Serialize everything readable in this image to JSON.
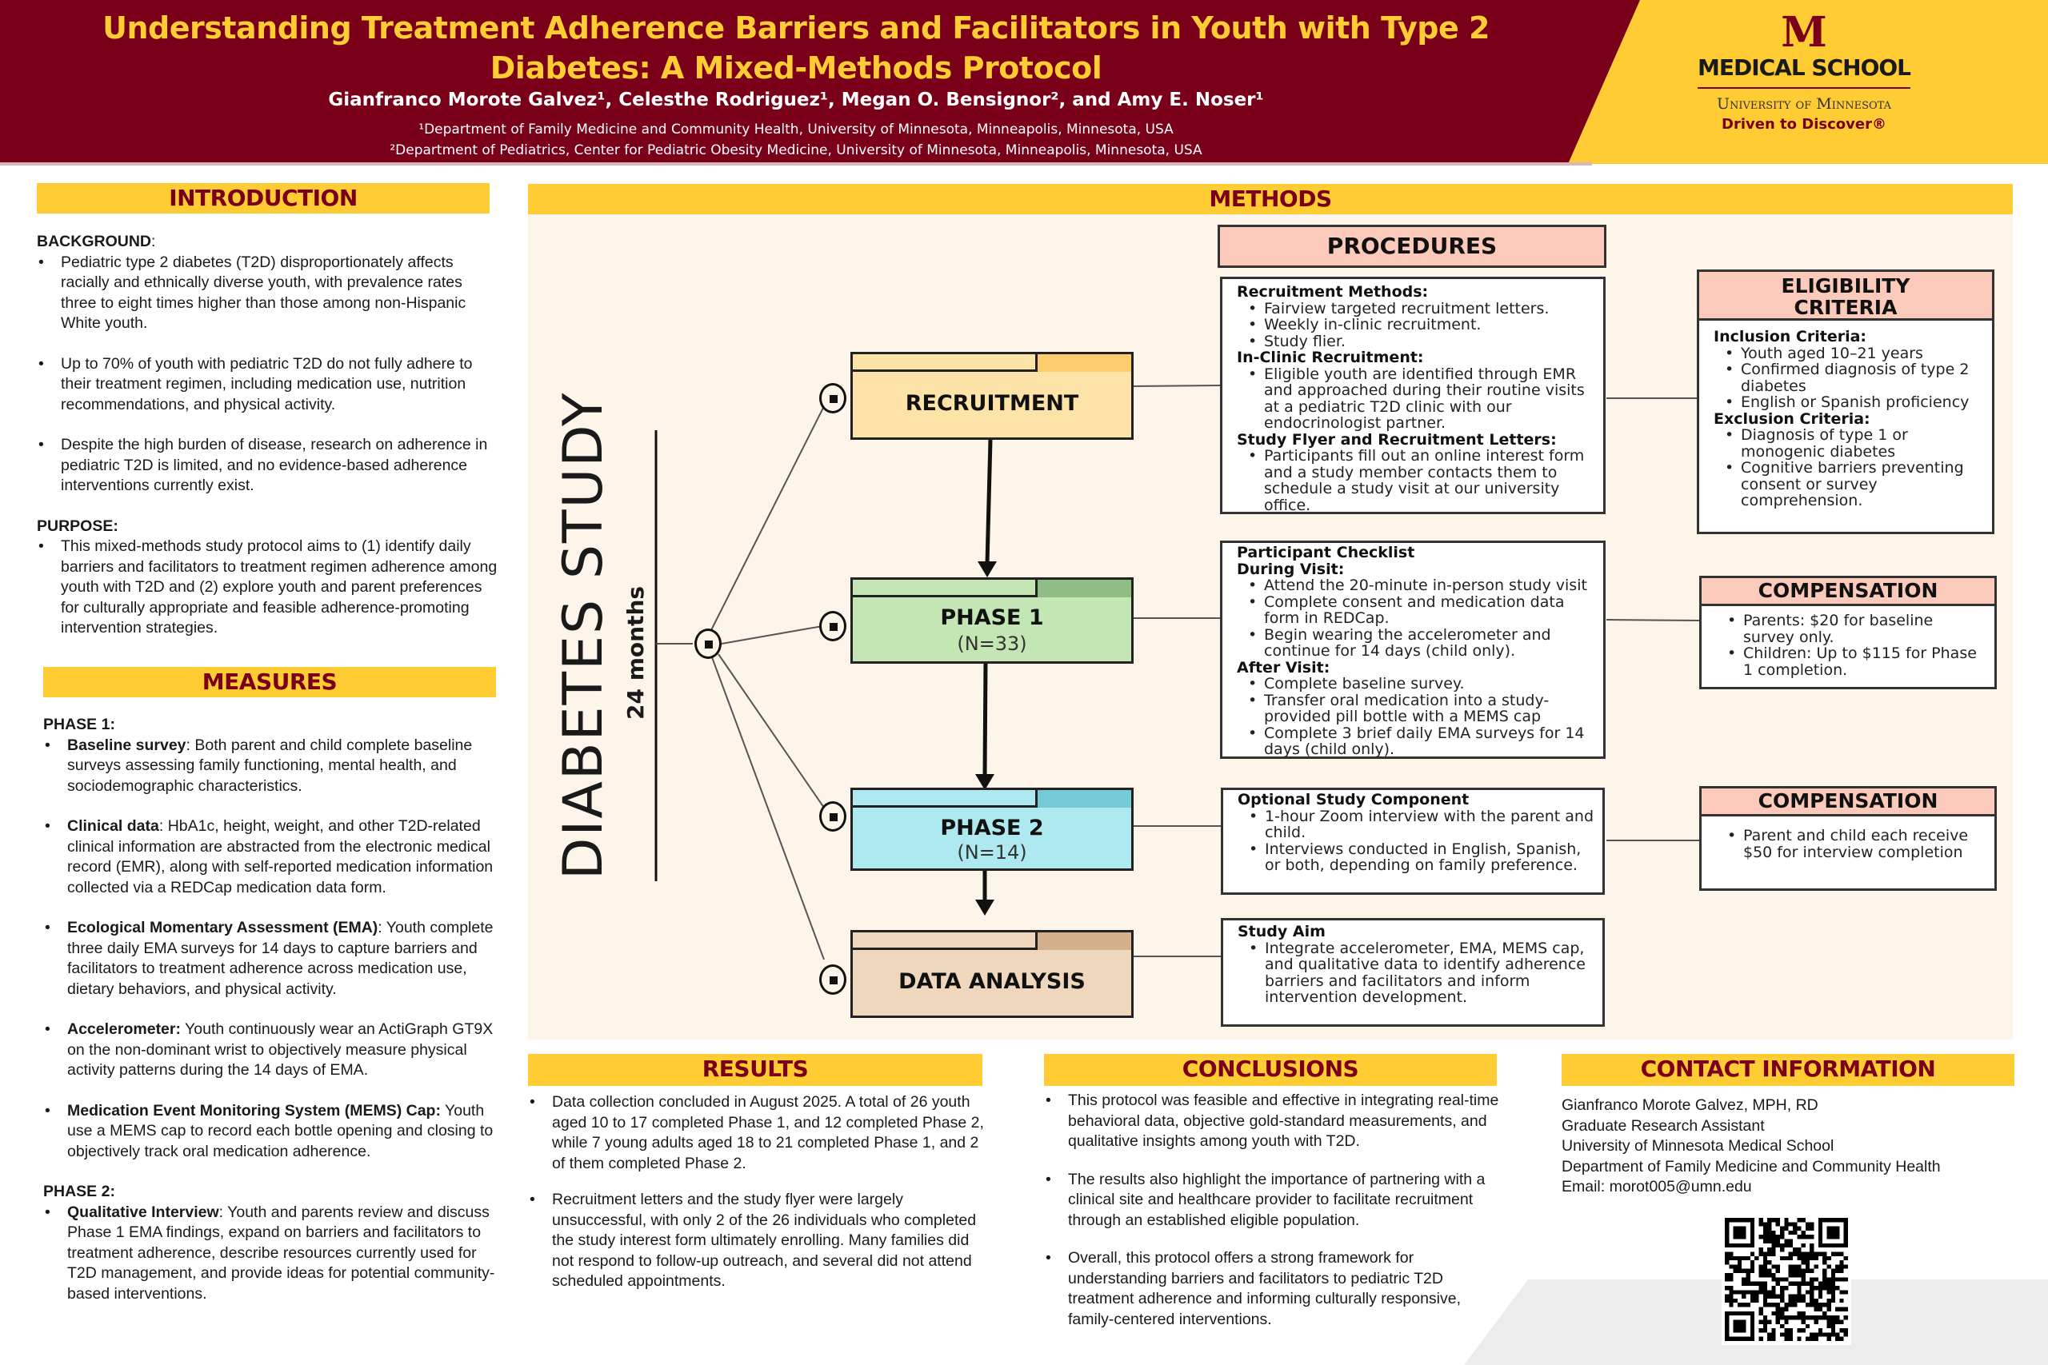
{
  "header": {
    "title_line1": "Understanding Treatment Adherence Barriers and Facilitators in Youth with Type 2",
    "title_line2": "Diabetes: A Mixed-Methods Protocol",
    "authors": "Gianfranco Morote Galvez¹, Celesthe Rodriguez¹, Megan O. Bensignor², and Amy E. Noser¹",
    "affiliation1": "¹Department of Family Medicine and Community Health, University of Minnesota, Minneapolis, Minnesota, USA",
    "affiliation2": "²Department of Pediatrics, Center for Pediatric Obesity Medicine, University of Minnesota, Minneapolis, Minnesota, USA",
    "logo": {
      "mark": "M",
      "school": "MEDICAL SCHOOL",
      "university": "University of Minnesota",
      "tagline": "Driven to Discover®"
    }
  },
  "colors": {
    "maroon": "#7a0019",
    "gold": "#ffcc33",
    "methods_bg": "#fdf4ea",
    "pink_header": "#fccabb",
    "recruitment": "#fde3a7",
    "phase1": "#c4e6b4",
    "phase2": "#aee9f0",
    "analysis": "#efd7bd"
  },
  "introduction": {
    "heading": "INTRODUCTION",
    "background_label": "BACKGROUND",
    "background_items": [
      "Pediatric type 2 diabetes (T2D) disproportionately affects racially and ethnically diverse youth, with prevalence rates three to eight times higher than those among non-Hispanic White youth.",
      "Up to 70% of youth with pediatric T2D do not fully adhere to their treatment regimen, including medication use, nutrition recommendations, and physical activity.",
      "Despite the high burden of disease, research on adherence in pediatric T2D is limited, and no evidence-based adherence interventions currently exist."
    ],
    "purpose_label": "PURPOSE:",
    "purpose_items": [
      "This mixed-methods study protocol aims to (1) identify daily barriers and facilitators to treatment regimen adherence among youth with T2D and (2) explore youth and parent preferences for culturally appropriate and feasible adherence-promoting intervention strategies."
    ]
  },
  "measures": {
    "heading": "MEASURES",
    "phase1_label": "PHASE 1:",
    "phase1_items": [
      {
        "term": "Baseline survey",
        "sep": ": ",
        "text": "Both parent and child complete baseline surveys assessing family functioning, mental health, and sociodemographic characteristics."
      },
      {
        "term": "Clinical data",
        "sep": ": ",
        "text": "HbA1c, height, weight, and other T2D-related clinical information are abstracted from the electronic medical record (EMR), along with self-reported medication information collected via a REDCap medication data form."
      },
      {
        "term": "Ecological Momentary Assessment (EMA)",
        "sep": ": ",
        "text": "Youth complete three daily EMA surveys for 14 days to capture barriers and facilitators to treatment adherence across medication use, dietary behaviors, and physical activity."
      },
      {
        "term": "Accelerometer:",
        "sep": " ",
        "text": "Youth continuously wear an ActiGraph GT9X on the non-dominant wrist to objectively measure physical activity patterns during the 14 days of EMA."
      },
      {
        "term": "Medication Event Monitoring System (MEMS) Cap:",
        "sep": " ",
        "text": "Youth use a MEMS cap to record each bottle opening and closing to objectively track oral medication adherence."
      }
    ],
    "phase2_label": "PHASE 2:",
    "phase2_items": [
      {
        "term": "Qualitative Interview",
        "sep": ": ",
        "text": "Youth and parents review and discuss Phase 1 EMA findings, expand on barriers and facilitators to treatment adherence, describe resources currently used for T2D management, and provide ideas for potential community-based interventions."
      }
    ]
  },
  "methods": {
    "heading": "METHODS",
    "study_title": "DIABETES STUDY",
    "study_duration": "24 months",
    "procedures_heading": "PROCEDURES",
    "nodes": [
      {
        "label": "RECRUITMENT",
        "n": ""
      },
      {
        "label": "PHASE 1",
        "n": "(N=33)"
      },
      {
        "label": "PHASE 2",
        "n": "(N=14)"
      },
      {
        "label": "DATA ANALYSIS",
        "n": ""
      }
    ],
    "recruitment_box": {
      "sections": [
        {
          "title": "Recruitment Methods:",
          "items": [
            "Fairview targeted recruitment letters.",
            "Weekly in-clinic recruitment.",
            "Study flier."
          ]
        },
        {
          "title": "In-Clinic Recruitment:",
          "items": [
            "Eligible youth are identified through EMR and approached during their routine visits at a pediatric T2D clinic with our endocrinologist partner."
          ]
        },
        {
          "title": "Study Flyer and Recruitment Letters:",
          "items": [
            "Participants fill out an online interest form and a study member contacts them to schedule a study visit at our university office."
          ]
        }
      ]
    },
    "phase1_box": {
      "title": "Participant Checklist",
      "sections": [
        {
          "title": "During Visit:",
          "items": [
            "Attend the 20-minute in-person study visit",
            "Complete consent and medication data form in REDCap.",
            "Begin wearing the accelerometer and continue for 14 days (child only)."
          ]
        },
        {
          "title": "After Visit:",
          "items": [
            "Complete baseline survey.",
            "Transfer oral medication into a study-provided pill bottle with a MEMS cap",
            "Complete 3 brief daily EMA surveys for 14 days (child only)."
          ]
        }
      ]
    },
    "phase2_box": {
      "title": "Optional Study Component",
      "items": [
        "1-hour Zoom interview with the parent and child.",
        "Interviews conducted in English, Spanish, or both, depending on family preference."
      ]
    },
    "analysis_box": {
      "title": "Study Aim",
      "items": [
        "Integrate accelerometer, EMA, MEMS cap, and qualitative data to identify adherence barriers and facilitators and inform intervention development."
      ]
    },
    "eligibility": {
      "heading_line1": "ELIGIBILITY",
      "heading_line2": "CRITERIA",
      "inclusion_title": "Inclusion Criteria:",
      "inclusion_items": [
        "Youth aged 10–21 years",
        "Confirmed diagnosis of type 2 diabetes",
        "English or Spanish proficiency"
      ],
      "exclusion_title": "Exclusion Criteria:",
      "exclusion_items": [
        "Diagnosis of type 1 or monogenic diabetes",
        "Cognitive barriers preventing consent or survey comprehension."
      ]
    },
    "compensation1": {
      "heading": "COMPENSATION",
      "items": [
        "Parents: $20 for baseline survey only.",
        "Children: Up to $115 for Phase 1 completion."
      ]
    },
    "compensation2": {
      "heading": "COMPENSATION",
      "items": [
        "Parent and child each receive $50 for interview completion"
      ]
    }
  },
  "results": {
    "heading": "RESULTS",
    "items": [
      "Data collection concluded in August 2025. A total of 26 youth aged 10 to 17 completed Phase 1, and 12 completed Phase 2, while 7 young adults aged 18 to 21 completed Phase 1, and 2 of them completed Phase 2.",
      "Recruitment letters and the study flyer were largely unsuccessful, with only 2 of the 26 individuals who completed the study interest form ultimately enrolling. Many families did not respond to follow-up outreach, and several did not attend scheduled appointments."
    ]
  },
  "conclusions": {
    "heading": "CONCLUSIONS",
    "items": [
      "This protocol was feasible and effective in integrating real-time behavioral data, objective gold-standard measurements, and qualitative insights among youth with T2D.",
      "The results also highlight the importance of partnering with a clinical site and healthcare provider to facilitate recruitment through an established eligible population.",
      "Overall, this protocol offers a strong framework for understanding barriers and facilitators to pediatric T2D treatment adherence and informing culturally responsive, family-centered interventions."
    ]
  },
  "contact": {
    "heading": "CONTACT INFORMATION",
    "lines": [
      "Gianfranco Morote Galvez, MPH, RD",
      "Graduate Research Assistant",
      "University of Minnesota Medical School",
      "Department of Family Medicine and Community Health",
      "Email: morot005@umn.edu"
    ],
    "qr_icon": "qr-code"
  }
}
